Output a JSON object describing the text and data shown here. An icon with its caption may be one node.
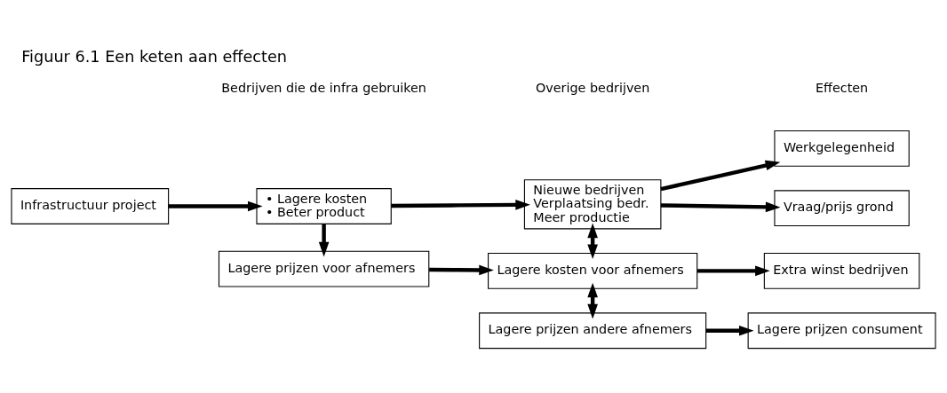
{
  "diagram": {
    "title": "Figuur 6.1 Een keten aan effecten",
    "nodes": [
      {
        "text": [
          "Infrastructuur project"
        ]
      },
      {
        "text": [
          "• Lagere kosten",
          "• Beter product"
        ]
      },
      {
        "text": [
          "Nieuwe bedrijven",
          "Verplaatsing bedr.",
          "Meer productie"
        ]
      },
      {
        "text": [
          "Werkgelegenheid"
        ]
      },
      {
        "text": [
          "Vraag/prijs grond"
        ]
      },
      {
        "text": [
          "Lagere prijzen voor afnemers"
        ]
      },
      {
        "text": [
          "Lagere kosten voor afnemers"
        ]
      },
      {
        "text": [
          "Extra winst bedrijven"
        ]
      },
      {
        "text": [
          "Lagere prijzen andere afnemers"
        ]
      },
      {
        "text": [
          "Lagere prijzen consument"
        ]
      }
    ],
    "edges": [
      {
        "from": 0,
        "to": 1,
        "arrow": "to"
      },
      {
        "from": 1,
        "to": 2,
        "arrow": "to"
      },
      {
        "from": 2,
        "to": 3,
        "arrow": "to"
      },
      {
        "from": 2,
        "to": 4,
        "arrow": "to"
      },
      {
        "from": 1,
        "to": 5,
        "arrow": "to"
      },
      {
        "from": 5,
        "to": 6,
        "arrow": "to"
      },
      {
        "from": 2,
        "to": 6,
        "arrow": "both"
      },
      {
        "from": 6,
        "to": 7,
        "arrow": "to"
      },
      {
        "from": 6,
        "to": 8,
        "arrow": "both"
      },
      {
        "from": 8,
        "to": 9,
        "arrow": "to"
      }
    ],
    "labels": [
      "Bedrijven die de infra gebruiken",
      "Overige bedrijven",
      "Effecten"
    ]
  }
}
